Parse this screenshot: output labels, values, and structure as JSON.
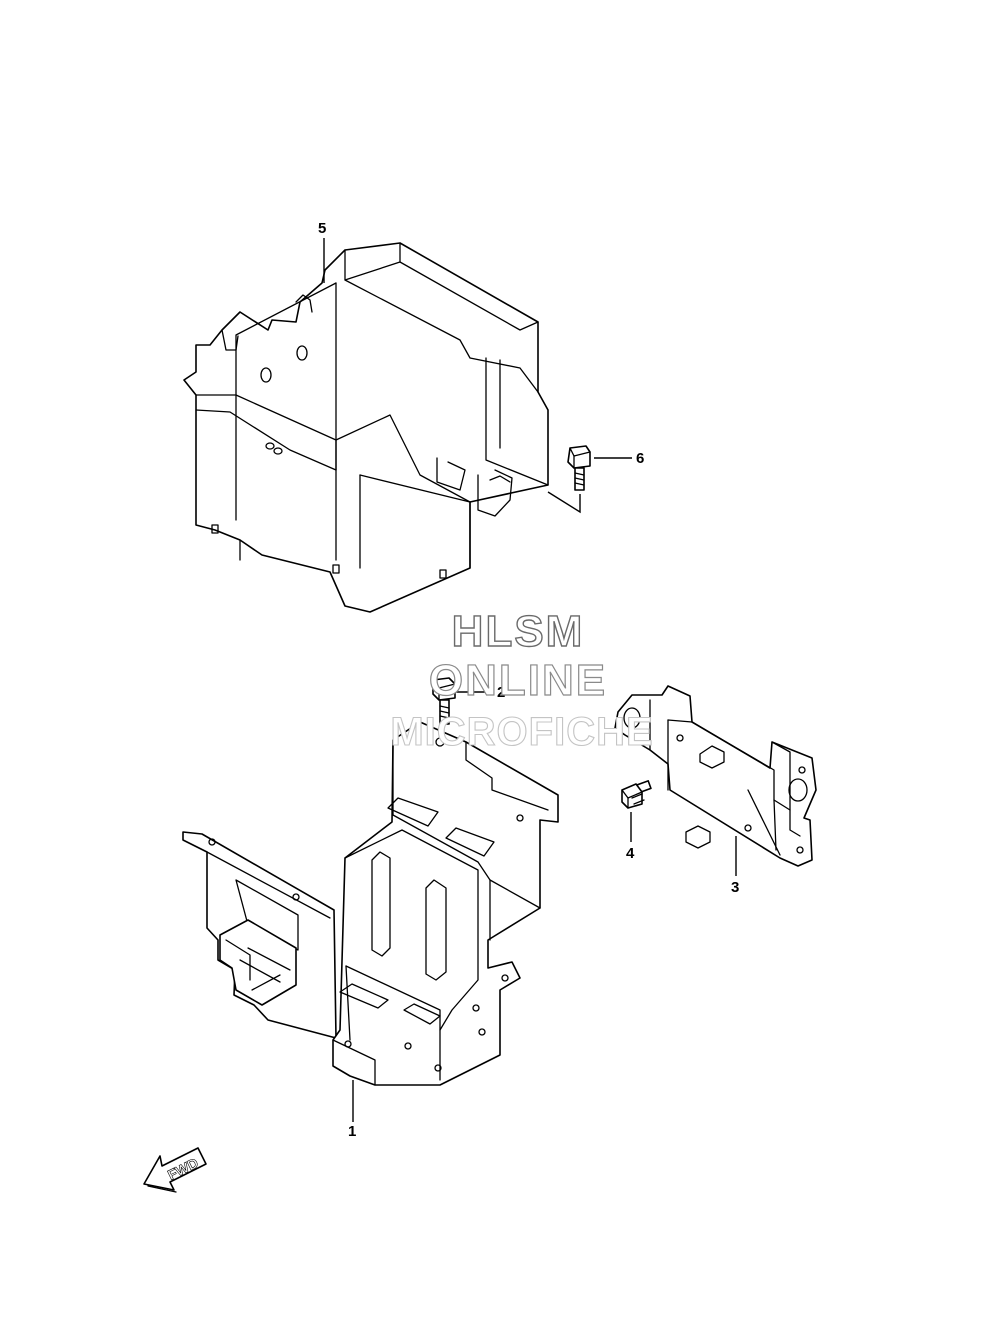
{
  "callouts": [
    {
      "id": "1",
      "label": "1"
    },
    {
      "id": "2",
      "label": "2"
    },
    {
      "id": "3",
      "label": "3"
    },
    {
      "id": "4",
      "label": "4"
    },
    {
      "id": "5",
      "label": "5"
    },
    {
      "id": "6",
      "label": "6"
    }
  ],
  "watermark": {
    "line1": "HLSM",
    "line2": "ONLINE",
    "line3": "MICROFICHE"
  },
  "direction": {
    "label": "FWD",
    "icon": "fwd-arrow-icon"
  }
}
